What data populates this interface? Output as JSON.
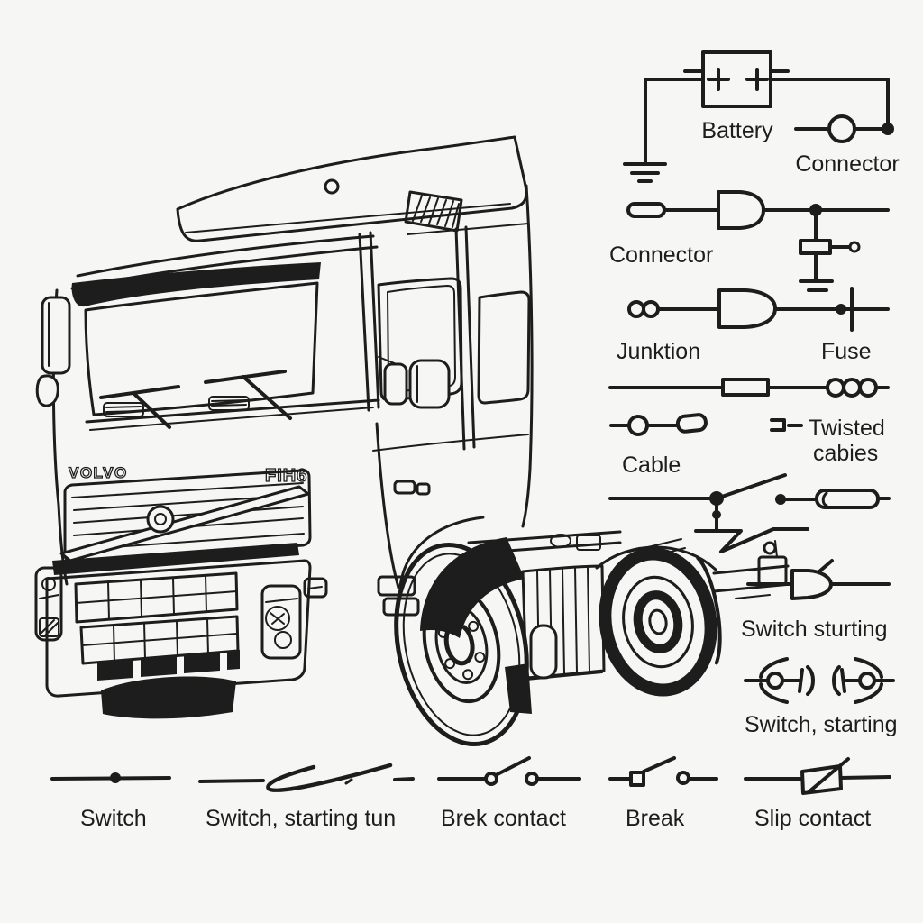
{
  "colors": {
    "background": "#f6f6f4",
    "ink": "#1d1d1d"
  },
  "truck": {
    "badge": "VOLVO",
    "model_badge": "FIH6"
  },
  "legend": {
    "items": [
      {
        "symbol": "battery",
        "label": "Battery"
      },
      {
        "symbol": "connector-circle",
        "label": "Connector"
      },
      {
        "symbol": "connector-plug",
        "label": "Connector"
      },
      {
        "symbol": "junction",
        "label": "Junktion"
      },
      {
        "symbol": "fuse",
        "label": "Fuse"
      },
      {
        "symbol": "cable",
        "label": "Cable"
      },
      {
        "symbol": "twisted-cables",
        "label": "Twisted cabies",
        "label_lines": [
          "Twisted",
          "cabies"
        ]
      },
      {
        "symbol": "switch-sturting",
        "label": "Switch sturting"
      },
      {
        "symbol": "switch-starting",
        "label": "Switch, starting"
      }
    ]
  },
  "bottom": {
    "items": [
      {
        "symbol": "switch",
        "label": "Switch"
      },
      {
        "symbol": "switch-starting-turn",
        "label": "Switch, starting tun"
      },
      {
        "symbol": "break-contact",
        "label": "Brek contact"
      },
      {
        "symbol": "break",
        "label": "Break"
      },
      {
        "symbol": "slip-contact",
        "label": "Slip contact"
      }
    ]
  }
}
